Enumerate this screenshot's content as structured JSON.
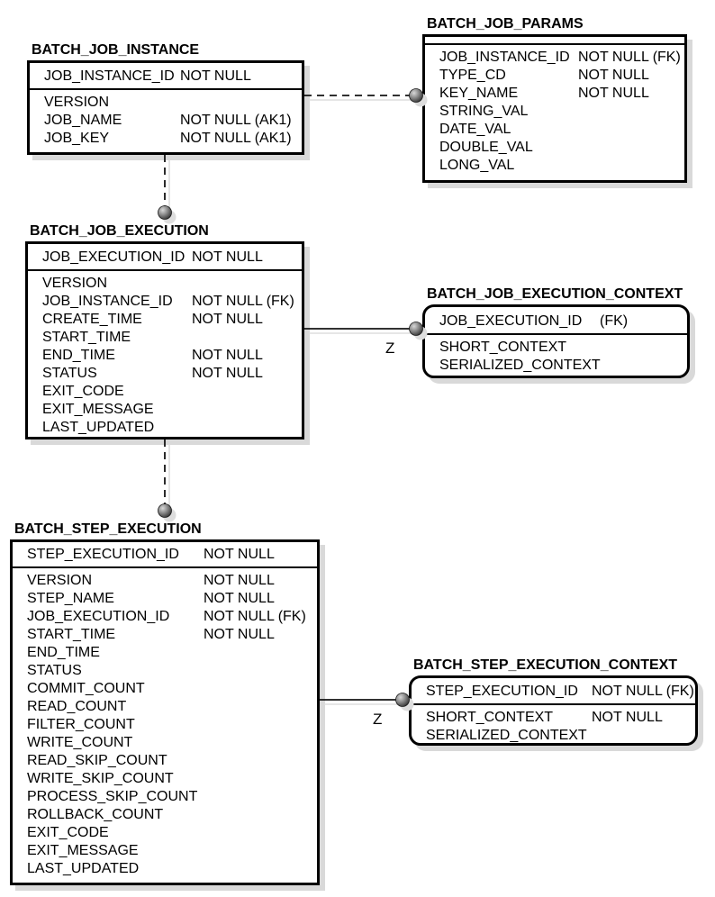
{
  "diagram": {
    "colors": {
      "background": "#ffffff",
      "entity_border": "#000000",
      "text": "#000000",
      "shadow": "#d9d9d9",
      "connector_line": "#141414",
      "dot_dark": "#2f2f2f",
      "dot_light": "#d0d0d0"
    },
    "tables": [
      {
        "title": "BATCH_JOB_INSTANCE",
        "shape": "square",
        "key_rows": [
          {
            "name": "JOB_INSTANCE_ID",
            "constraint": "NOT NULL"
          }
        ],
        "rows": [
          {
            "name": "VERSION",
            "constraint": ""
          },
          {
            "name": "JOB_NAME",
            "constraint": "NOT NULL (AK1)"
          },
          {
            "name": "JOB_KEY",
            "constraint": "NOT NULL (AK1)"
          }
        ]
      },
      {
        "title": "BATCH_JOB_PARAMS",
        "shape": "square",
        "key_rows": [],
        "rows": [
          {
            "name": "JOB_INSTANCE_ID",
            "constraint": "NOT NULL (FK)"
          },
          {
            "name": "TYPE_CD",
            "constraint": "NOT NULL"
          },
          {
            "name": "KEY_NAME",
            "constraint": "NOT NULL"
          },
          {
            "name": "STRING_VAL",
            "constraint": ""
          },
          {
            "name": "DATE_VAL",
            "constraint": ""
          },
          {
            "name": "DOUBLE_VAL",
            "constraint": ""
          },
          {
            "name": "LONG_VAL",
            "constraint": ""
          }
        ]
      },
      {
        "title": "BATCH_JOB_EXECUTION",
        "shape": "square",
        "key_rows": [
          {
            "name": "JOB_EXECUTION_ID",
            "constraint": "NOT NULL"
          }
        ],
        "rows": [
          {
            "name": "VERSION",
            "constraint": ""
          },
          {
            "name": "JOB_INSTANCE_ID",
            "constraint": "NOT NULL (FK)"
          },
          {
            "name": "CREATE_TIME",
            "constraint": "NOT NULL"
          },
          {
            "name": "START_TIME",
            "constraint": ""
          },
          {
            "name": "END_TIME",
            "constraint": "NOT NULL"
          },
          {
            "name": "STATUS",
            "constraint": "NOT NULL"
          },
          {
            "name": "EXIT_CODE",
            "constraint": ""
          },
          {
            "name": "EXIT_MESSAGE",
            "constraint": ""
          },
          {
            "name": "LAST_UPDATED",
            "constraint": ""
          }
        ]
      },
      {
        "title": "BATCH_JOB_EXECUTION_CONTEXT",
        "shape": "rounded",
        "key_rows": [
          {
            "name": "JOB_EXECUTION_ID",
            "constraint": "(FK)"
          }
        ],
        "rows": [
          {
            "name": "SHORT_CONTEXT",
            "constraint": ""
          },
          {
            "name": "SERIALIZED_CONTEXT",
            "constraint": ""
          }
        ]
      },
      {
        "title": "BATCH_STEP_EXECUTION",
        "shape": "square",
        "key_rows": [
          {
            "name": "STEP_EXECUTION_ID",
            "constraint": "NOT NULL"
          }
        ],
        "rows": [
          {
            "name": "VERSION",
            "constraint": "NOT NULL"
          },
          {
            "name": "STEP_NAME",
            "constraint": "NOT NULL"
          },
          {
            "name": "JOB_EXECUTION_ID",
            "constraint": "NOT NULL (FK)"
          },
          {
            "name": "START_TIME",
            "constraint": "NOT NULL"
          },
          {
            "name": "END_TIME",
            "constraint": ""
          },
          {
            "name": "STATUS",
            "constraint": ""
          },
          {
            "name": "COMMIT_COUNT",
            "constraint": ""
          },
          {
            "name": "READ_COUNT",
            "constraint": ""
          },
          {
            "name": "FILTER_COUNT",
            "constraint": ""
          },
          {
            "name": "WRITE_COUNT",
            "constraint": ""
          },
          {
            "name": "READ_SKIP_COUNT",
            "constraint": ""
          },
          {
            "name": "WRITE_SKIP_COUNT",
            "constraint": ""
          },
          {
            "name": "PROCESS_SKIP_COUNT",
            "constraint": ""
          },
          {
            "name": "ROLLBACK_COUNT",
            "constraint": ""
          },
          {
            "name": "EXIT_CODE",
            "constraint": ""
          },
          {
            "name": "EXIT_MESSAGE",
            "constraint": ""
          },
          {
            "name": "LAST_UPDATED",
            "constraint": ""
          }
        ]
      },
      {
        "title": "BATCH_STEP_EXECUTION_CONTEXT",
        "shape": "rounded",
        "key_rows": [
          {
            "name": "STEP_EXECUTION_ID",
            "constraint": "NOT NULL (FK)"
          }
        ],
        "rows": [
          {
            "name": "SHORT_CONTEXT",
            "constraint": "NOT NULL"
          },
          {
            "name": "SERIALIZED_CONTEXT",
            "constraint": ""
          }
        ]
      }
    ],
    "relationships": [
      {
        "from": "BATCH_JOB_INSTANCE",
        "to": "BATCH_JOB_PARAMS",
        "style": "dashed",
        "label": ""
      },
      {
        "from": "BATCH_JOB_INSTANCE",
        "to": "BATCH_JOB_EXECUTION",
        "style": "dashed",
        "label": ""
      },
      {
        "from": "BATCH_JOB_EXECUTION",
        "to": "BATCH_JOB_EXECUTION_CONTEXT",
        "style": "solid",
        "label": "Z"
      },
      {
        "from": "BATCH_JOB_EXECUTION",
        "to": "BATCH_STEP_EXECUTION",
        "style": "dashed",
        "label": ""
      },
      {
        "from": "BATCH_STEP_EXECUTION",
        "to": "BATCH_STEP_EXECUTION_CONTEXT",
        "style": "solid",
        "label": "Z"
      }
    ]
  }
}
